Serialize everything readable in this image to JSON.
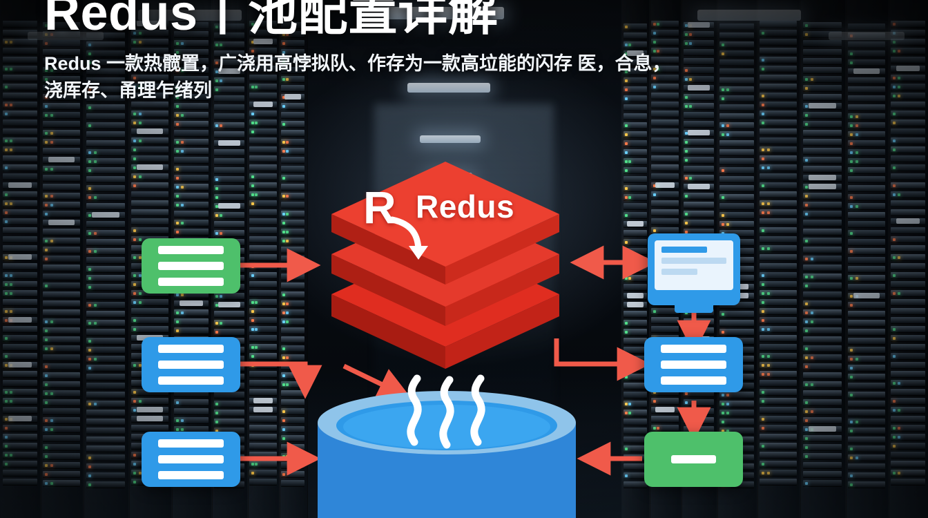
{
  "header": {
    "title": "Redus丨池配置详解",
    "subtitle_line1": "Redus 一款热髋置，广浇用高悖拟队、作存为一款高垃能的闪存 医，合息，",
    "subtitle_line2": "浇厍存、甬理乍绪列"
  },
  "logo": {
    "brand": "Redus",
    "monogram": "R",
    "color": "#e02d20"
  },
  "palette": {
    "green": "#4ec06b",
    "blue": "#2f9ae8",
    "arrow": "#f05a4a",
    "pool_top": "#bcdcf2",
    "pool_body": "#2f9ae8"
  },
  "diagram": {
    "left_nodes": [
      {
        "name": "client-node-1",
        "color": "green",
        "bars": 3
      },
      {
        "name": "client-node-2",
        "color": "blue",
        "bars": 3
      },
      {
        "name": "client-node-3",
        "color": "blue",
        "bars": 3
      }
    ],
    "right_nodes": [
      {
        "name": "monitor-node",
        "color": "blue",
        "type": "monitor"
      },
      {
        "name": "service-node",
        "color": "blue",
        "bars": 3
      },
      {
        "name": "storage-node",
        "color": "green",
        "bars": 1
      }
    ],
    "center": {
      "name": "redis-stack",
      "label": "Redus"
    },
    "bottom": {
      "name": "connection-pool",
      "label": ""
    }
  },
  "background": {
    "scene": "server-room-corridor"
  }
}
